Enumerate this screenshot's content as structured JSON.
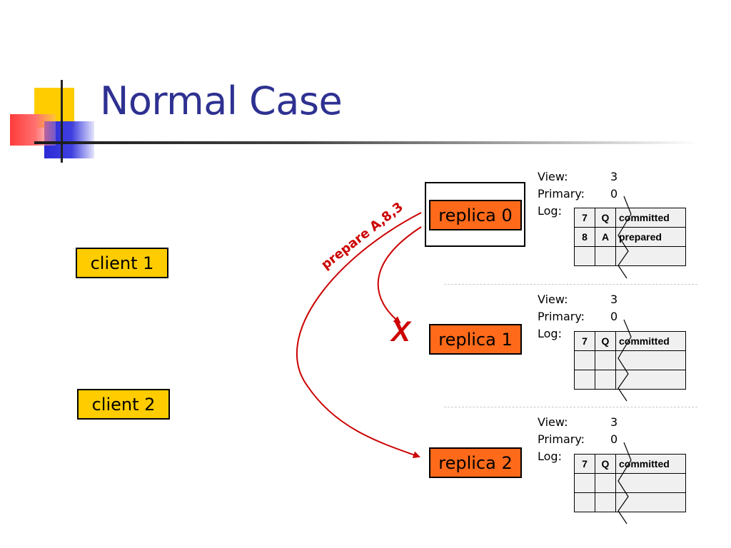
{
  "title": "Normal Case",
  "clients": [
    {
      "label": "client 1"
    },
    {
      "label": "client 2"
    }
  ],
  "replicas": [
    {
      "label": "replica 0",
      "view_label": "View:",
      "view": "3",
      "primary_label": "Primary:",
      "primary": "0",
      "log_label": "Log:",
      "log": [
        {
          "seq": "7",
          "op": "Q",
          "status": "committed"
        },
        {
          "seq": "8",
          "op": "A",
          "status": "prepared"
        },
        {
          "seq": "",
          "op": "",
          "status": ""
        }
      ]
    },
    {
      "label": "replica 1",
      "view_label": "View:",
      "view": "3",
      "primary_label": "Primary:",
      "primary": "0",
      "log_label": "Log:",
      "log": [
        {
          "seq": "7",
          "op": "Q",
          "status": "committed"
        },
        {
          "seq": "",
          "op": "",
          "status": ""
        },
        {
          "seq": "",
          "op": "",
          "status": ""
        }
      ]
    },
    {
      "label": "replica 2",
      "view_label": "View:",
      "view": "3",
      "primary_label": "Primary:",
      "primary": "0",
      "log_label": "Log:",
      "log": [
        {
          "seq": "7",
          "op": "Q",
          "status": "committed"
        },
        {
          "seq": "",
          "op": "",
          "status": ""
        },
        {
          "seq": "",
          "op": "",
          "status": ""
        }
      ]
    }
  ],
  "message": {
    "label": "prepare A,8,3",
    "color": "#cc0000"
  },
  "lost_marker": "X",
  "colors": {
    "title": "#2e3191",
    "client_fill": "#ffcc00",
    "replica_fill": "#ff6a1a",
    "arrow": "#cc0000",
    "log_fill": "#f0f0f0"
  }
}
